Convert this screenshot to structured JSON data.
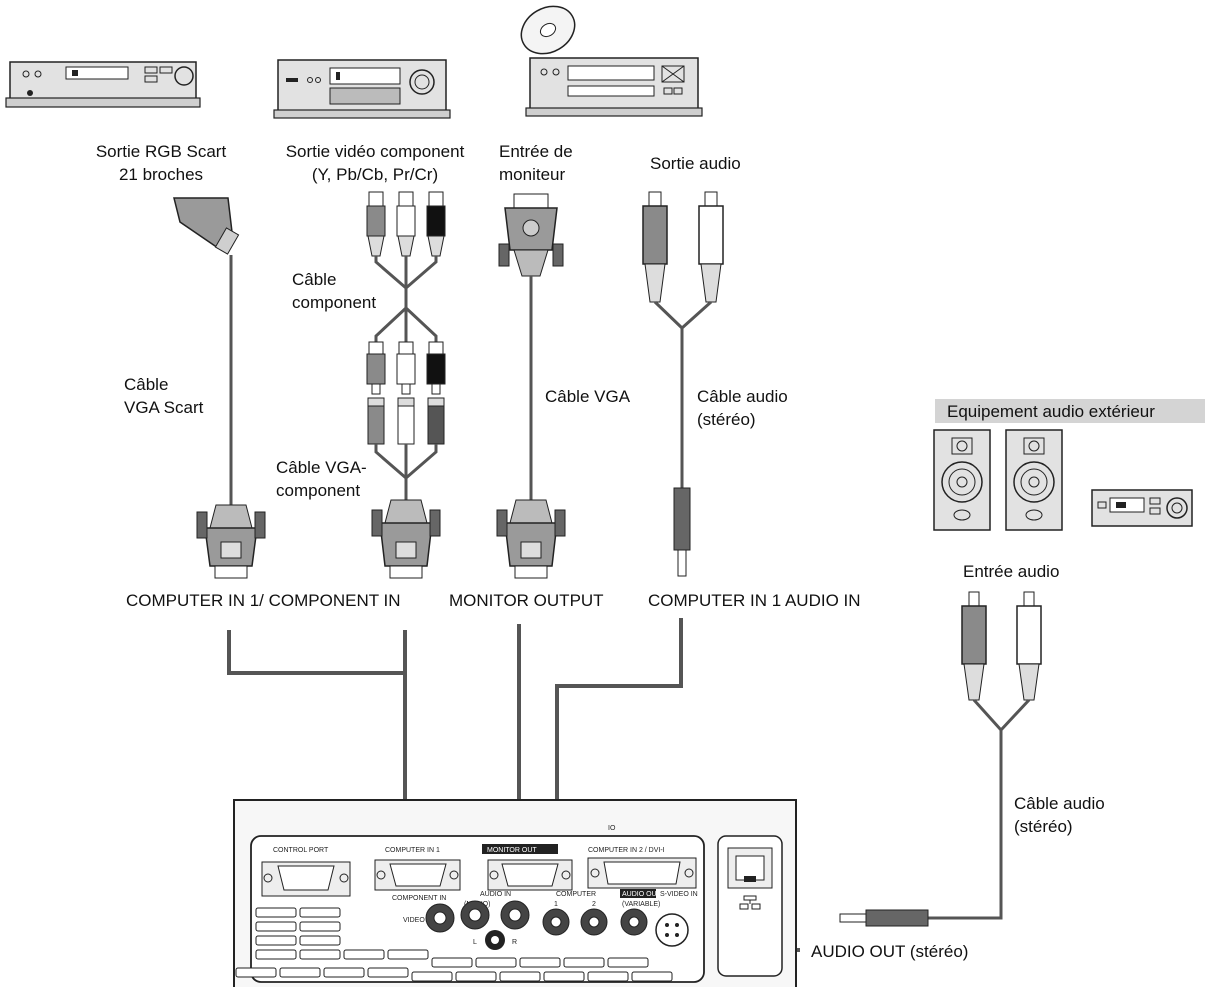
{
  "devices": {
    "vcr_scart": {},
    "vcr_component": {},
    "computer_monitor_input": {},
    "cd_audio_player": {},
    "external_audio": {
      "title": "Equipement audio extérieur"
    }
  },
  "labels": {
    "rgb_scart_line1": "Sortie RGB Scart",
    "rgb_scart_line2": "21 broches",
    "component_out_line1": "Sortie vidéo component",
    "component_out_line2": "(Y, Pb/Cb, Pr/Cr)",
    "monitor_in_line1": "Entrée de",
    "monitor_in_line2": "moniteur",
    "audio_out": "Sortie audio",
    "cable_component_line1": "Câble",
    "cable_component_line2": "component",
    "cable_vga_scart_line1": "Câble",
    "cable_vga_scart_line2": "VGA Scart",
    "cable_vga": "Câble VGA",
    "cable_audio_line1": "Câble audio",
    "cable_audio_line2": "(stéréo)",
    "cable_vga_component_line1": "Câble VGA-",
    "cable_vga_component_line2": "component",
    "terminal_computer_in": "COMPUTER IN 1/ COMPONENT IN",
    "terminal_monitor_output": "MONITOR OUTPUT",
    "terminal_audio_in": "COMPUTER IN 1 AUDIO IN",
    "audio_input": "Entrée audio",
    "cable_audio2_line1": "Câble audio",
    "cable_audio2_line2": "(stéréo)",
    "audio_out_stereo": "AUDIO OUT (stéréo)"
  },
  "panel": {
    "io": "IO",
    "control_port": "CONTROL PORT",
    "computer_in_1": "COMPUTER IN 1",
    "component_in": "COMPONENT IN",
    "monitor_out": "MONITOR OUT",
    "computer_in_2": "COMPUTER IN 2 / DVI-I",
    "audio_in": "AUDIO IN",
    "mono": "(MONO)",
    "computer": "COMPUTER",
    "audio_out": "AUDIO OUT",
    "variable": "(VARIABLE)",
    "s_video_in": "S-VIDEO IN",
    "video_in": "VIDEO IN",
    "l": "L",
    "r": "R",
    "one": "1",
    "two": "2"
  }
}
